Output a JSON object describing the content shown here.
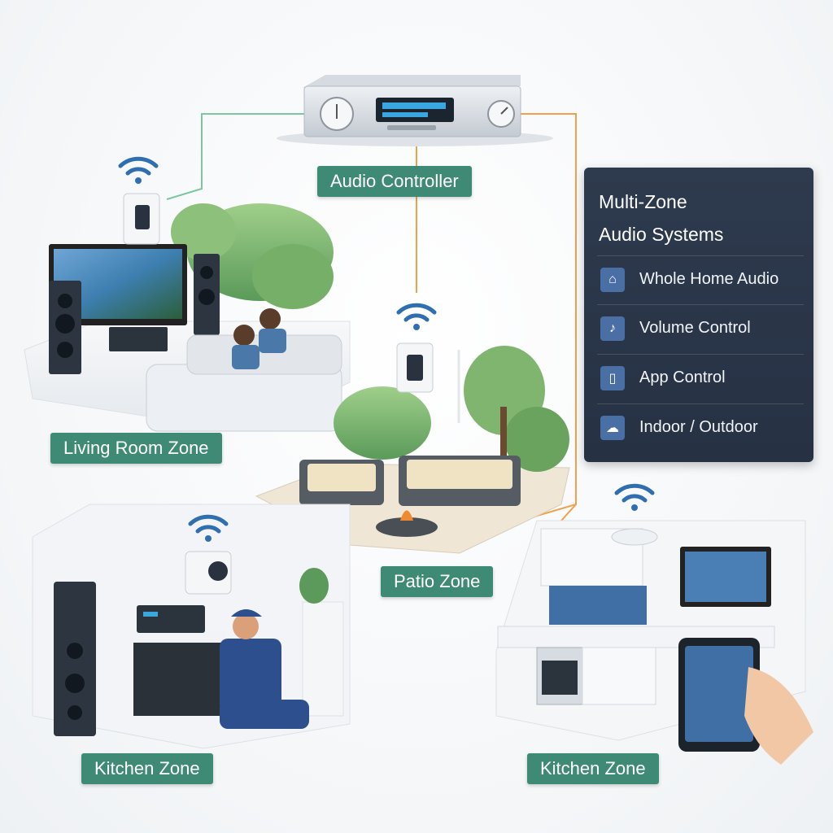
{
  "labels": {
    "controller": "Audio Controller",
    "living_room": "Living Room Zone",
    "patio": "Patio Zone",
    "kitchen_left": "Kitchen Zone",
    "kitchen_right": "Kitchen Zone"
  },
  "panel": {
    "title_line1": "Multi-Zone",
    "title_line2": "Audio Systems",
    "items": [
      {
        "label": "Whole Home Audio",
        "icon": "home-icon"
      },
      {
        "label": "Volume Control",
        "icon": "speaker-icon"
      },
      {
        "label": "App Control",
        "icon": "tablet-icon"
      },
      {
        "label": "Indoor / Outdoor",
        "icon": "weather-icon"
      }
    ]
  },
  "colors": {
    "label_green": "#3f8a74",
    "panel_bg": "#2e3a4d",
    "wire_green": "#7cc6a0",
    "wire_orange": "#f0a24a",
    "wifi_blue": "#2f6fb0"
  }
}
